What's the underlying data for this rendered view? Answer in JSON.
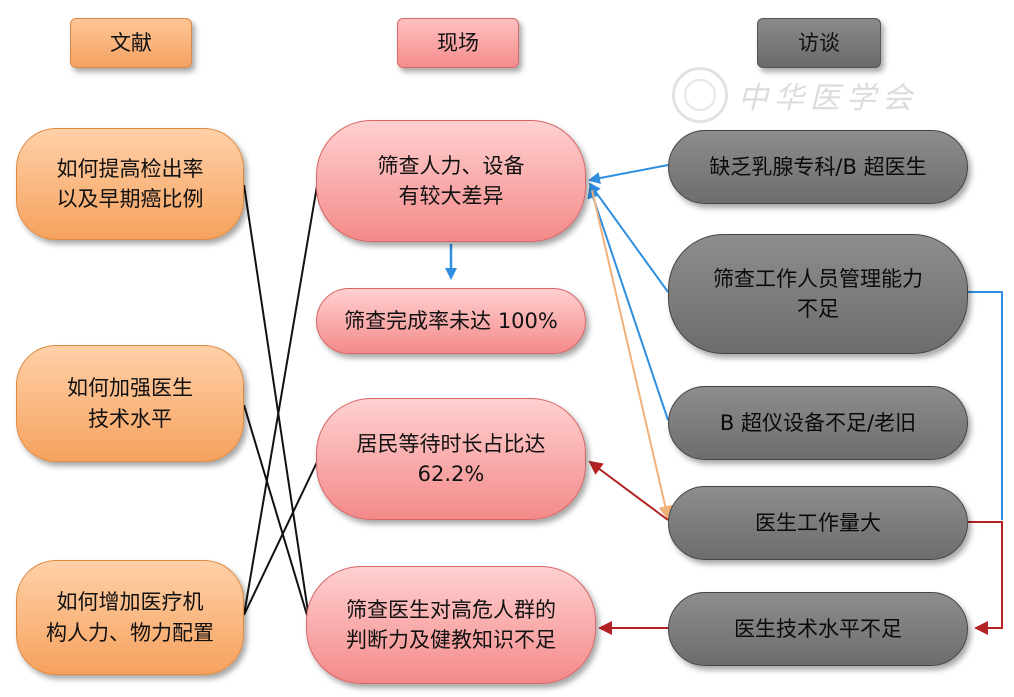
{
  "headers": {
    "literature": "文献",
    "field": "现场",
    "interview": "访谈"
  },
  "watermark": {
    "text": "中华医学会"
  },
  "literature_items": [
    "如何提高检出率\n以及早期癌比例",
    "如何加强医生\n技术水平",
    "如何增加医疗机\n构人力、物力配置"
  ],
  "field_items": [
    "筛查人力、设备\n有较大差异",
    "筛查完成率未达 100%",
    "居民等待时长占比达\n62.2%",
    "筛查医生对高危人群的\n判断力及健教知识不足"
  ],
  "interview_items": [
    "缺乏乳腺专科/B 超医生",
    "筛查工作人员管理能力\n不足",
    "B 超仪设备不足/老旧",
    "医生工作量大",
    "医生技术水平不足"
  ],
  "colors": {
    "black_line": "#111111",
    "blue_arrow": "#2f8ee0",
    "orange_arrow": "#f1b27a",
    "red_arrow": "#b32222"
  }
}
